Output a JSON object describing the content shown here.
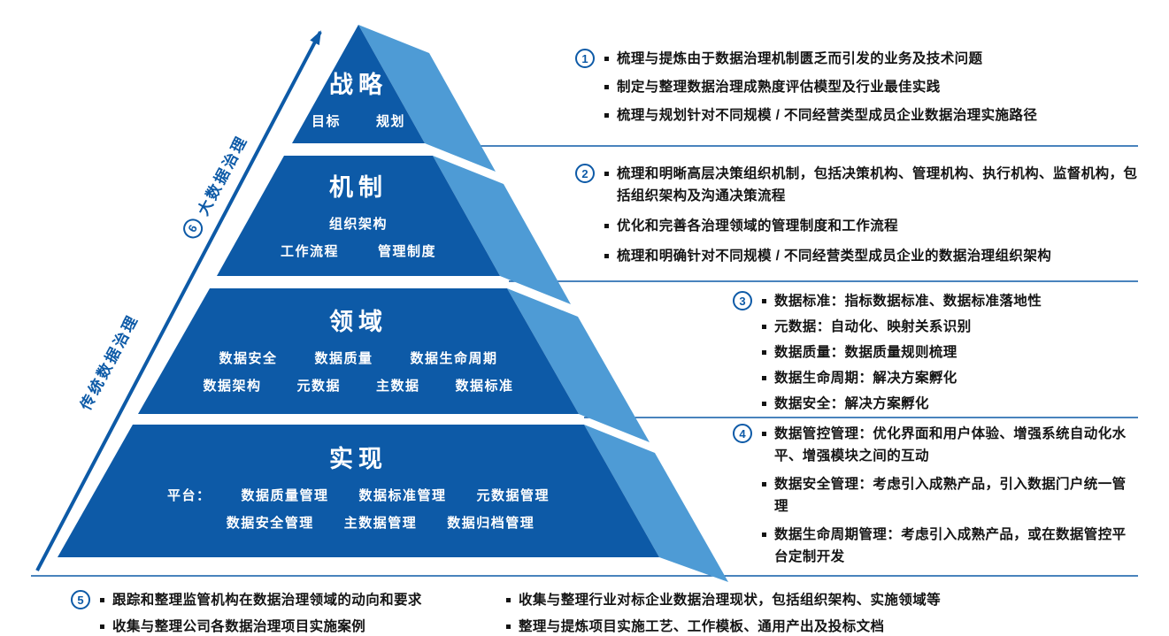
{
  "colors": {
    "pyramid_main": "#0d5aa7",
    "pyramid_shadow": "#4e9bd5",
    "accent_blue": "#0d5aa7",
    "text_dark": "#141414"
  },
  "axis": {
    "number": "6",
    "upper_label": "大数据治理",
    "lower_label": "传统数据治理"
  },
  "pyramid": {
    "levels": [
      {
        "title": "战略",
        "rows": [
          [
            "目标",
            "规划"
          ]
        ]
      },
      {
        "title": "机制",
        "rows": [
          [
            "组织架构"
          ],
          [
            "工作流程",
            "管理制度"
          ]
        ]
      },
      {
        "title": "领域",
        "rows": [
          [
            "数据安全",
            "数据质量",
            "数据生命周期"
          ],
          [
            "数据架构",
            "元数据",
            "主数据",
            "数据标准"
          ]
        ]
      },
      {
        "title": "实现",
        "rows": [
          [
            "平台：",
            "数据质量管理",
            "数据标准管理",
            "元数据管理"
          ],
          [
            "数据安全管理",
            "主数据管理",
            "数据归档管理"
          ]
        ]
      }
    ]
  },
  "sections": [
    {
      "number": "1",
      "bullets": [
        "梳理与提炼由于数据治理机制匮乏而引发的业务及技术问题",
        "制定与整理数据治理成熟度评估模型及行业最佳实践",
        "梳理与规划针对不同规模 / 不同经营类型成员企业数据治理实施路径"
      ]
    },
    {
      "number": "2",
      "bullets": [
        "梳理和明晰高层决策组织机制，包括决策机构、管理机构、执行机构、监督机构，包括组织架构及沟通决策流程",
        "优化和完善各治理领域的管理制度和工作流程",
        "梳理和明确针对不同规模 / 不同经营类型成员企业的数据治理组织架构"
      ]
    },
    {
      "number": "3",
      "bullets": [
        "数据标准：指标数据标准、数据标准落地性",
        "元数据：自动化、映射关系识别",
        "数据质量：数据质量规则梳理",
        "数据生命周期：解决方案孵化",
        "数据安全：解决方案孵化"
      ]
    },
    {
      "number": "4",
      "bullets": [
        "数据管控管理：优化界面和用户体验、增强系统自动化水平、增强模块之间的互动",
        "数据安全管理：考虑引入成熟产品，引入数据门户统一管理",
        "数据生命周期管理：考虑引入成熟产品，或在数据管控平台定制开发"
      ]
    },
    {
      "number": "5",
      "bullets": [
        "跟踪和整理监管机构在数据治理领域的动向和要求",
        "收集与整理公司各数据治理项目实施案例"
      ]
    },
    {
      "number": "",
      "bullets": [
        "收集与整理行业对标企业数据治理现状，包括组织架构、实施领域等",
        "整理与提炼项目实施工艺、工作模板、通用产出及投标文档"
      ]
    }
  ]
}
